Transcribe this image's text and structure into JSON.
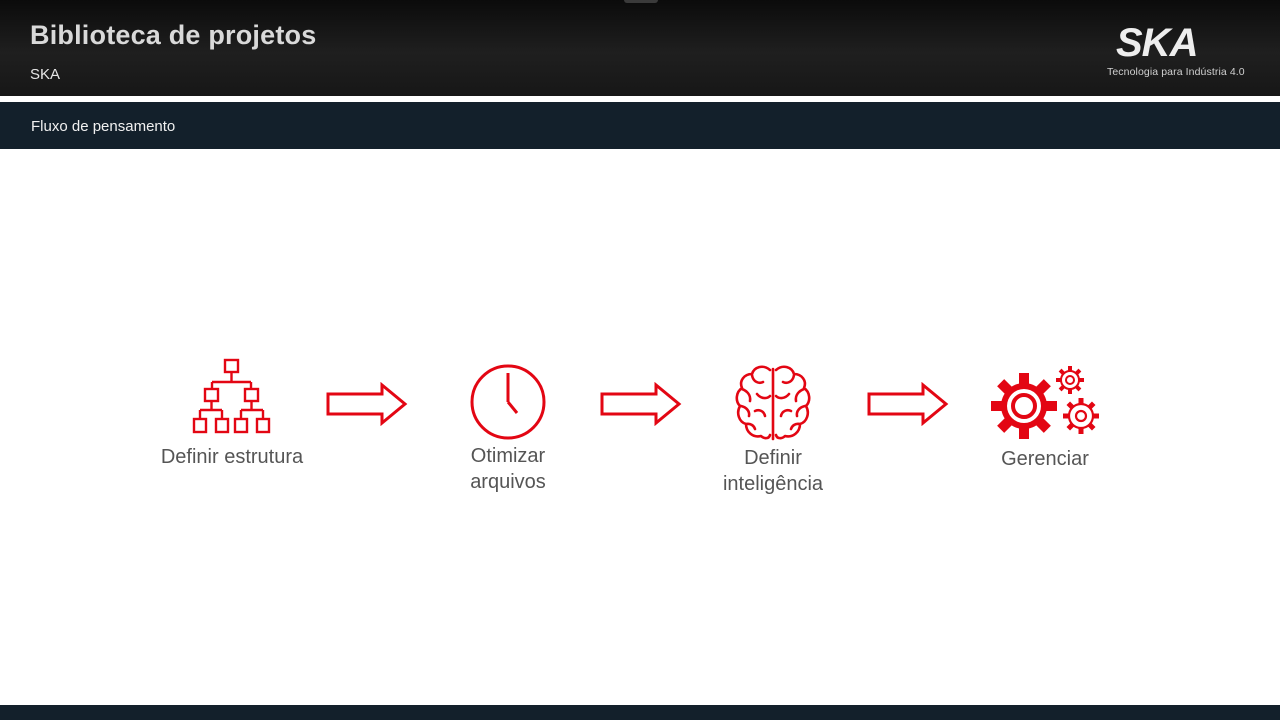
{
  "header": {
    "title": "Biblioteca de projetos",
    "subtitle": "SKA",
    "logo": {
      "word": "SKA",
      "tagline": "Tecnologia para Indústria 4.0"
    }
  },
  "section": {
    "label": "Fluxo de pensamento"
  },
  "colors": {
    "accent": "#e30613",
    "dark_bar": "#13202b",
    "header_bg": "#1a1a1a"
  },
  "steps": [
    {
      "label_line1": "Definir estrutura",
      "label_line2": "",
      "icon": "hierarchy-icon"
    },
    {
      "label_line1": "Otimizar",
      "label_line2": "arquivos",
      "icon": "clock-icon"
    },
    {
      "label_line1": "Definir",
      "label_line2": "inteligência",
      "icon": "brain-icon"
    },
    {
      "label_line1": "Gerenciar",
      "label_line2": "",
      "icon": "gears-icon"
    }
  ]
}
